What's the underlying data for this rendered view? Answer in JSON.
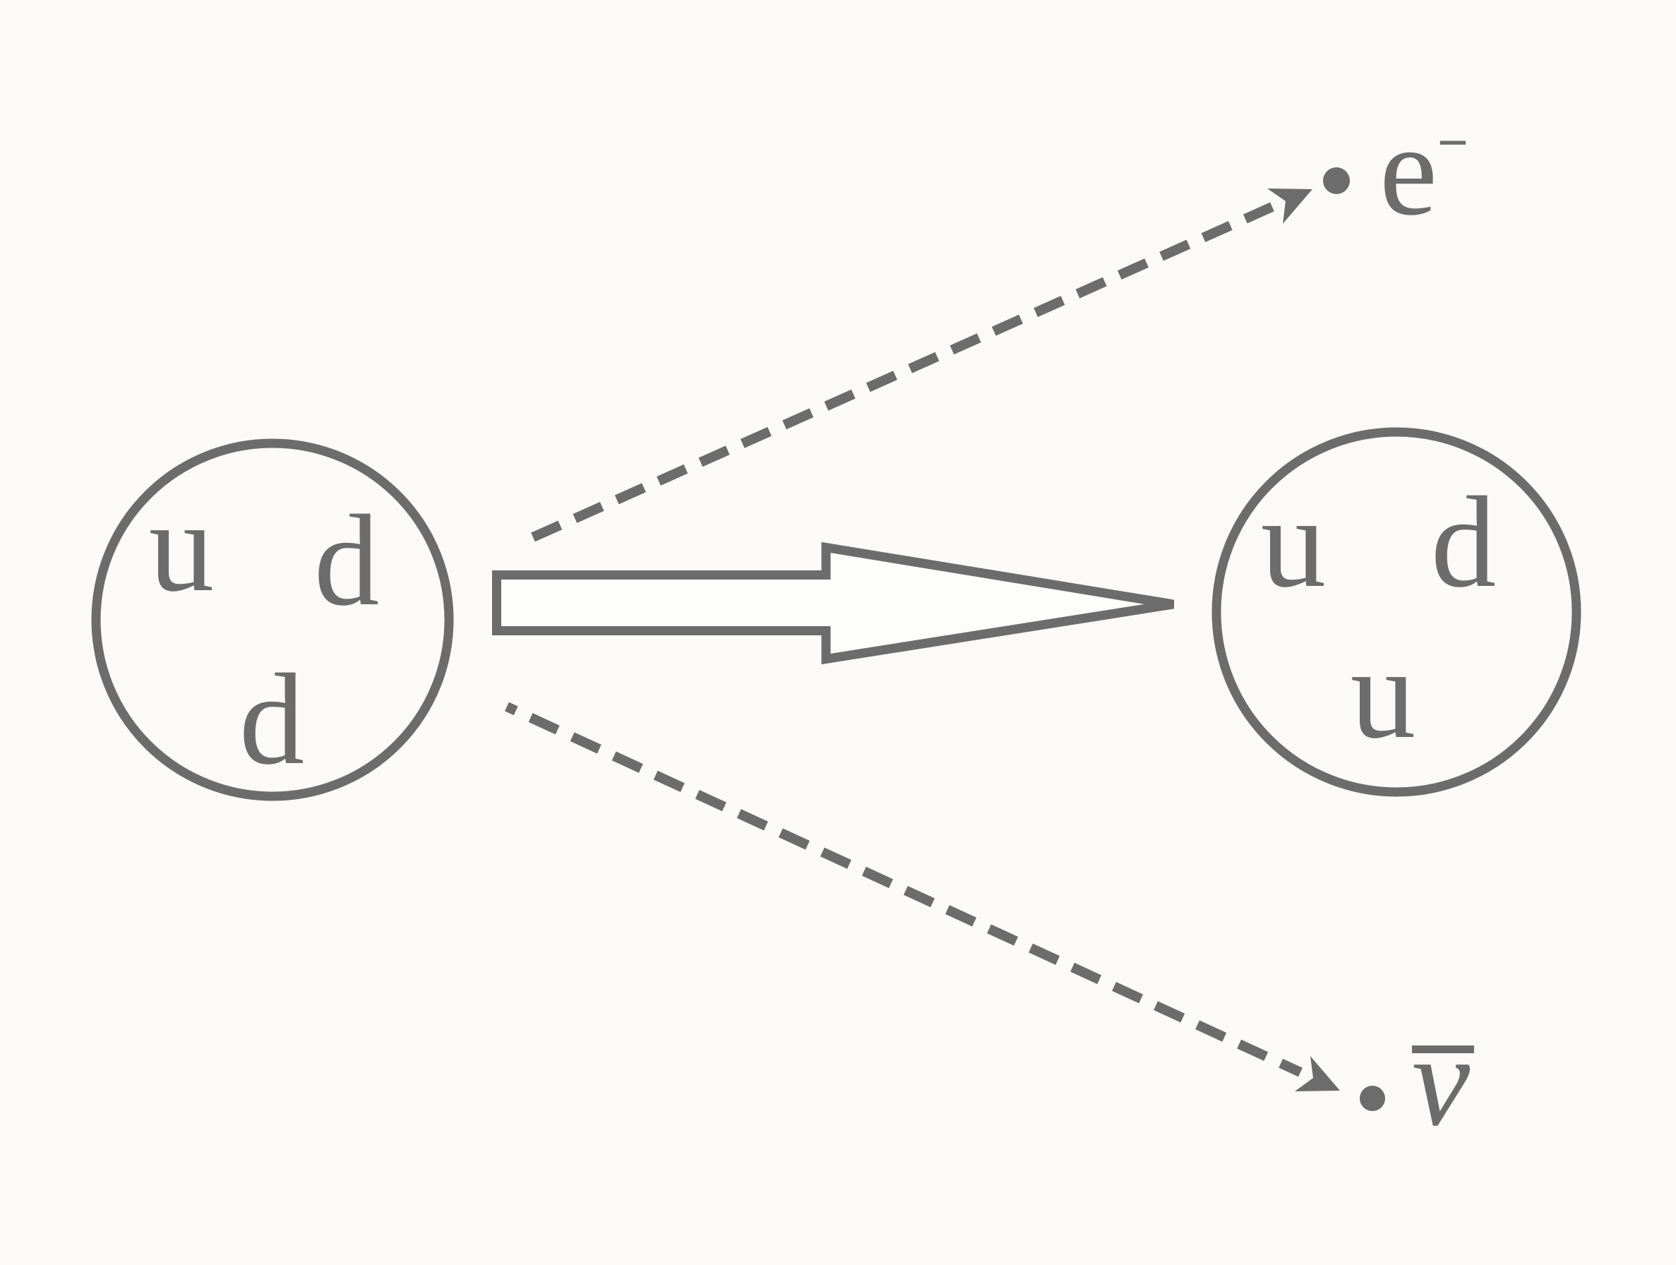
{
  "colors": {
    "ink": "#6c6c6c",
    "background": "#fbfaf9",
    "arrow_fill": "#fdfdfc"
  },
  "neutron": {
    "quarks": [
      "u",
      "d",
      "d"
    ]
  },
  "proton": {
    "quarks": [
      "u",
      "d",
      "u"
    ]
  },
  "electron": {
    "symbol": "e",
    "charge_sign": "−"
  },
  "antineutrino": {
    "symbol": "ν",
    "has_overbar": true
  }
}
